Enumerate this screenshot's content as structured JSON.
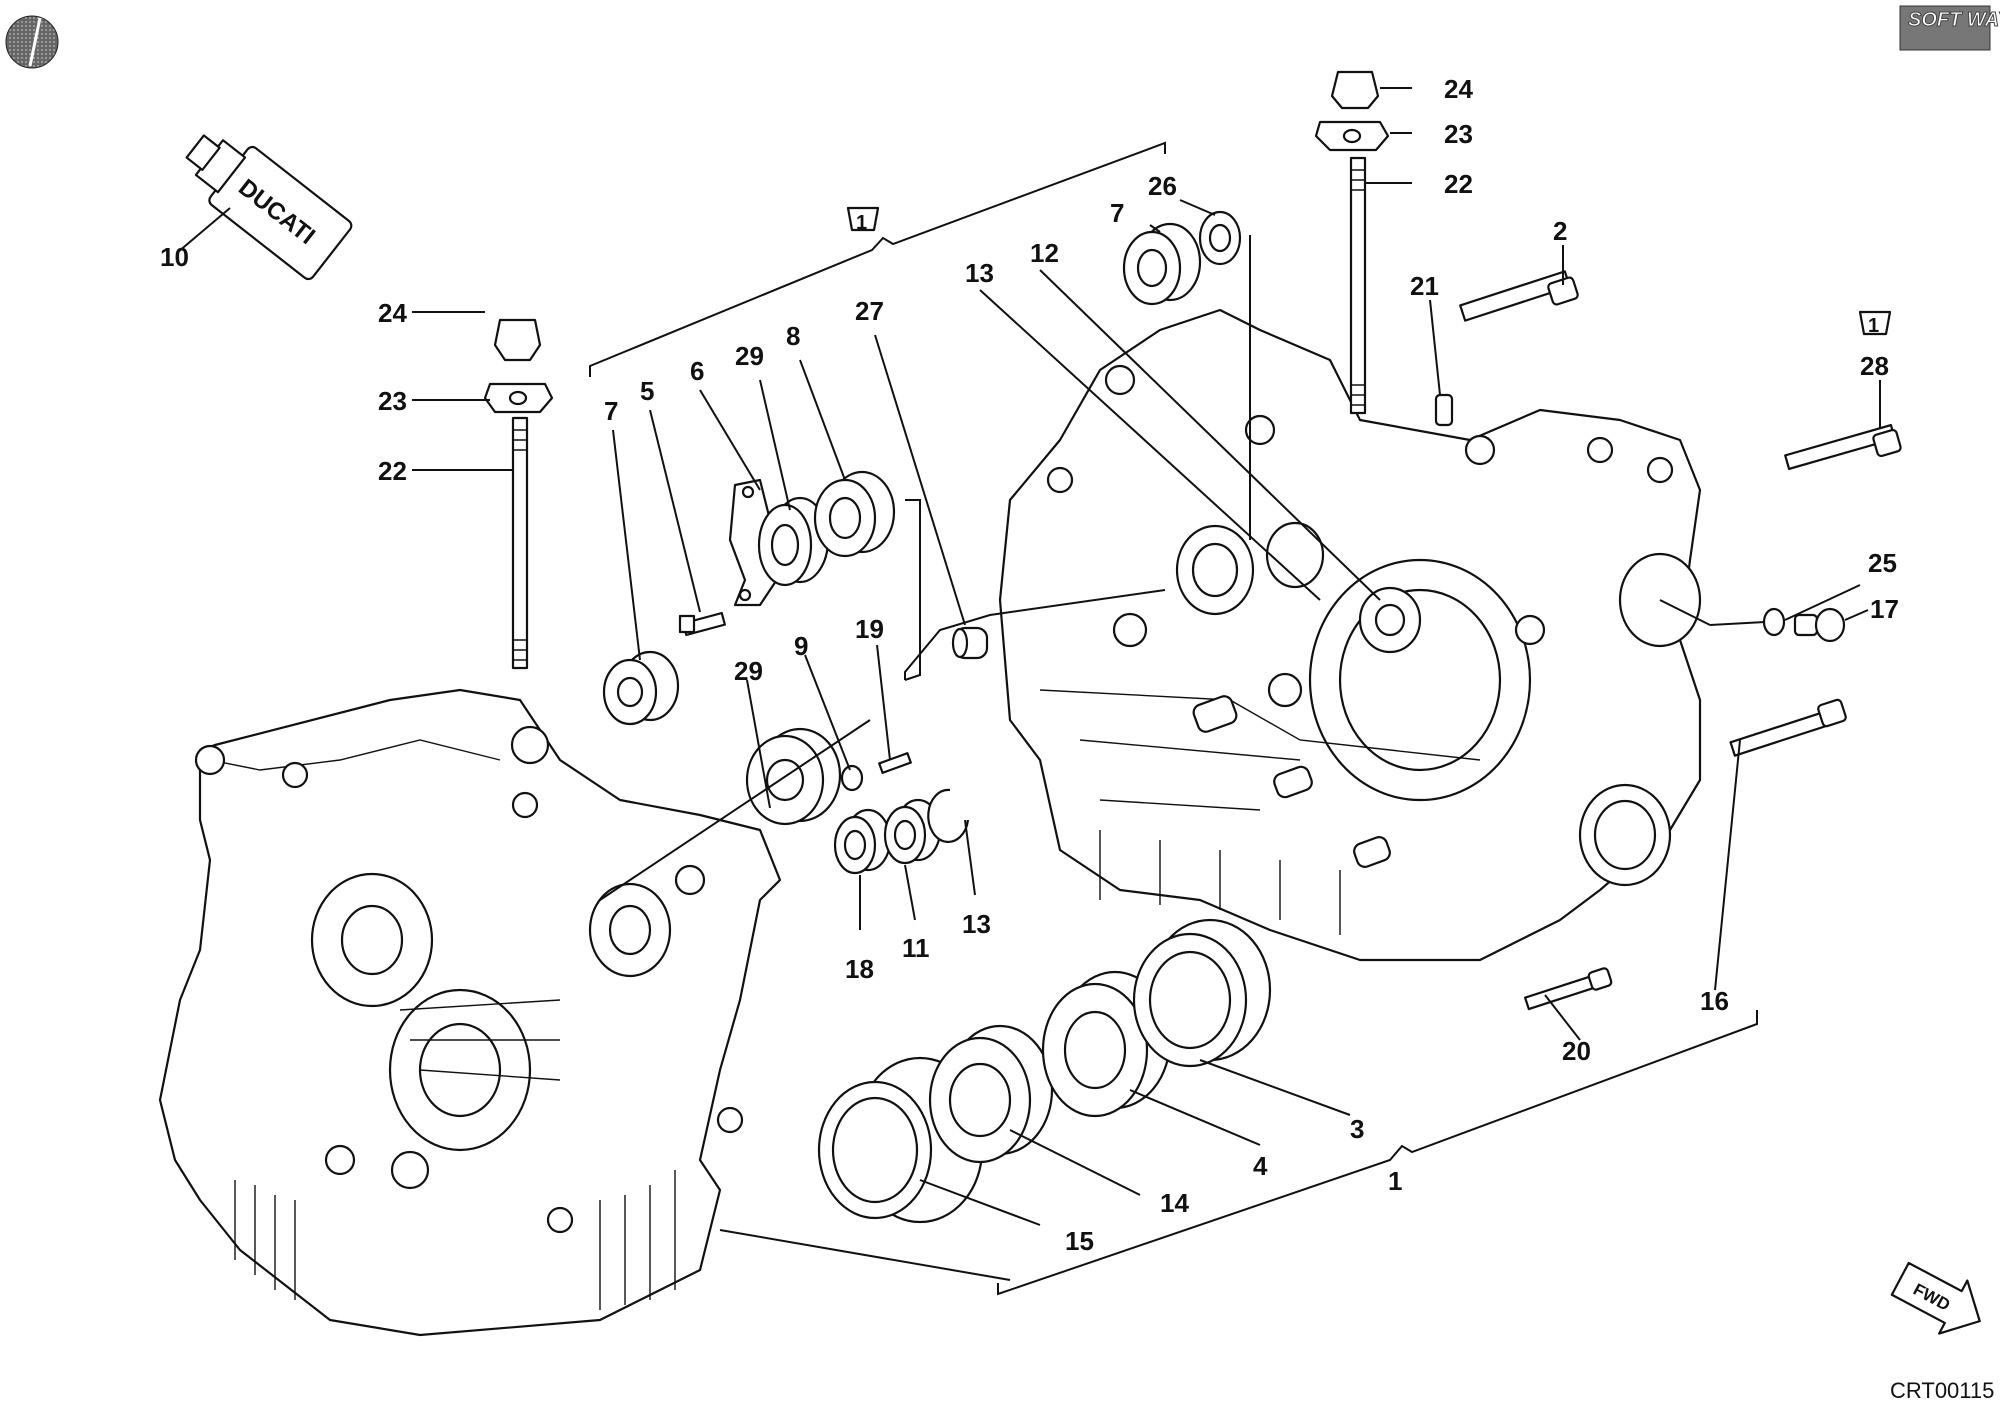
{
  "drawing_code": "CRT00115",
  "logo_text": "SOFT WAY",
  "fwd_label": "FWD",
  "tube_brand": "DUCATI",
  "group_marker": "1",
  "callouts": {
    "c10": "10",
    "c24a": "24",
    "c23a": "23",
    "c22a": "22",
    "c24b": "24",
    "c23b": "23",
    "c22b": "22",
    "c7a": "7",
    "c5": "5",
    "c6": "6",
    "c29a": "29",
    "c8": "8",
    "c27": "27",
    "c13a": "13",
    "c12": "12",
    "c7b": "7",
    "c26": "26",
    "c21": "21",
    "c2": "2",
    "c28": "28",
    "c25": "25",
    "c17": "17",
    "c16": "16",
    "c20": "20",
    "c29b": "29",
    "c9": "9",
    "c19": "19",
    "c18": "18",
    "c11": "11",
    "c13b": "13",
    "c3": "3",
    "c4": "4",
    "c14": "14",
    "c15": "15",
    "c1": "1"
  },
  "colors": {
    "line": "#111111",
    "background": "#ffffff",
    "disc": "#555555"
  }
}
